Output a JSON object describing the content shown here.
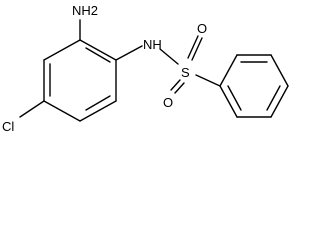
{
  "molecule": {
    "atoms": {
      "amine_group": "NH2",
      "amide_nh": "NH",
      "sulfur": "S",
      "oxygen_top": "O",
      "oxygen_bottom": "O",
      "chlorine": "Cl"
    }
  }
}
